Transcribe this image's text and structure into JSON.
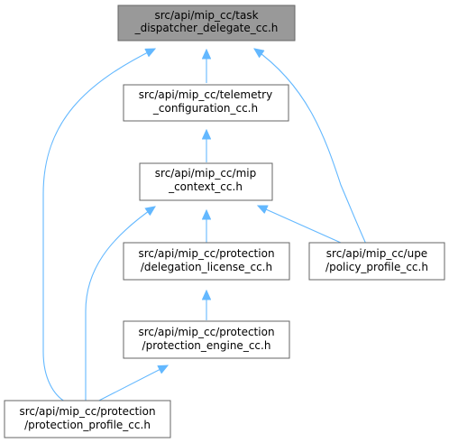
{
  "graph": {
    "colors": {
      "edge": "#63b8ff",
      "node_border": "#666666",
      "node_fill": "#ffffff",
      "highlight_fill": "#999999",
      "text": "#000000"
    },
    "nodes": [
      {
        "id": "task_dispatcher",
        "lines": [
          "src/api/mip_cc/task",
          "_dispatcher_delegate_cc.h"
        ],
        "highlighted": true
      },
      {
        "id": "telemetry",
        "lines": [
          "src/api/mip_cc/telemetry",
          "_configuration_cc.h"
        ],
        "highlighted": false
      },
      {
        "id": "mip_context",
        "lines": [
          "src/api/mip_cc/mip",
          "_context_cc.h"
        ],
        "highlighted": false
      },
      {
        "id": "delegation_license",
        "lines": [
          "src/api/mip_cc/protection",
          "/delegation_license_cc.h"
        ],
        "highlighted": false
      },
      {
        "id": "policy_profile",
        "lines": [
          "src/api/mip_cc/upe",
          "/policy_profile_cc.h"
        ],
        "highlighted": false
      },
      {
        "id": "protection_engine",
        "lines": [
          "src/api/mip_cc/protection",
          "/protection_engine_cc.h"
        ],
        "highlighted": false
      },
      {
        "id": "protection_profile",
        "lines": [
          "src/api/mip_cc/protection",
          "/protection_profile_cc.h"
        ],
        "highlighted": false
      }
    ],
    "edges": [
      {
        "from": "telemetry",
        "to": "task_dispatcher"
      },
      {
        "from": "protection_profile",
        "to": "task_dispatcher"
      },
      {
        "from": "policy_profile",
        "to": "task_dispatcher"
      },
      {
        "from": "mip_context",
        "to": "telemetry"
      },
      {
        "from": "delegation_license",
        "to": "mip_context"
      },
      {
        "from": "protection_profile",
        "to": "mip_context"
      },
      {
        "from": "policy_profile",
        "to": "mip_context"
      },
      {
        "from": "protection_engine",
        "to": "delegation_license"
      },
      {
        "from": "protection_profile",
        "to": "protection_engine"
      }
    ]
  }
}
